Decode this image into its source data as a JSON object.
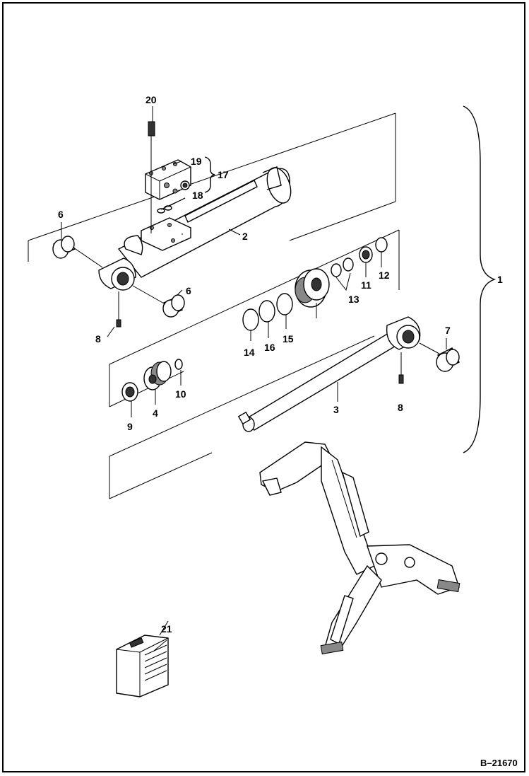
{
  "diagram": {
    "figure_id": "B–21670",
    "callouts": [
      {
        "key": "c20",
        "text": "20"
      },
      {
        "key": "c19",
        "text": "19"
      },
      {
        "key": "c17",
        "text": "17"
      },
      {
        "key": "c18",
        "text": "18"
      },
      {
        "key": "c2",
        "text": "2"
      },
      {
        "key": "c6a",
        "text": "6"
      },
      {
        "key": "c6b",
        "text": "6"
      },
      {
        "key": "c8a",
        "text": "8"
      },
      {
        "key": "c1",
        "text": "1"
      },
      {
        "key": "c12",
        "text": "12"
      },
      {
        "key": "c11",
        "text": "11"
      },
      {
        "key": "c13",
        "text": "13"
      },
      {
        "key": "c14",
        "text": "14"
      },
      {
        "key": "c16",
        "text": "16"
      },
      {
        "key": "c15",
        "text": "15"
      },
      {
        "key": "c7",
        "text": "7"
      },
      {
        "key": "c10",
        "text": "10"
      },
      {
        "key": "c4",
        "text": "4"
      },
      {
        "key": "c9",
        "text": "9"
      },
      {
        "key": "c3",
        "text": "3"
      },
      {
        "key": "c8b",
        "text": "8"
      },
      {
        "key": "c21",
        "text": "21"
      }
    ]
  }
}
